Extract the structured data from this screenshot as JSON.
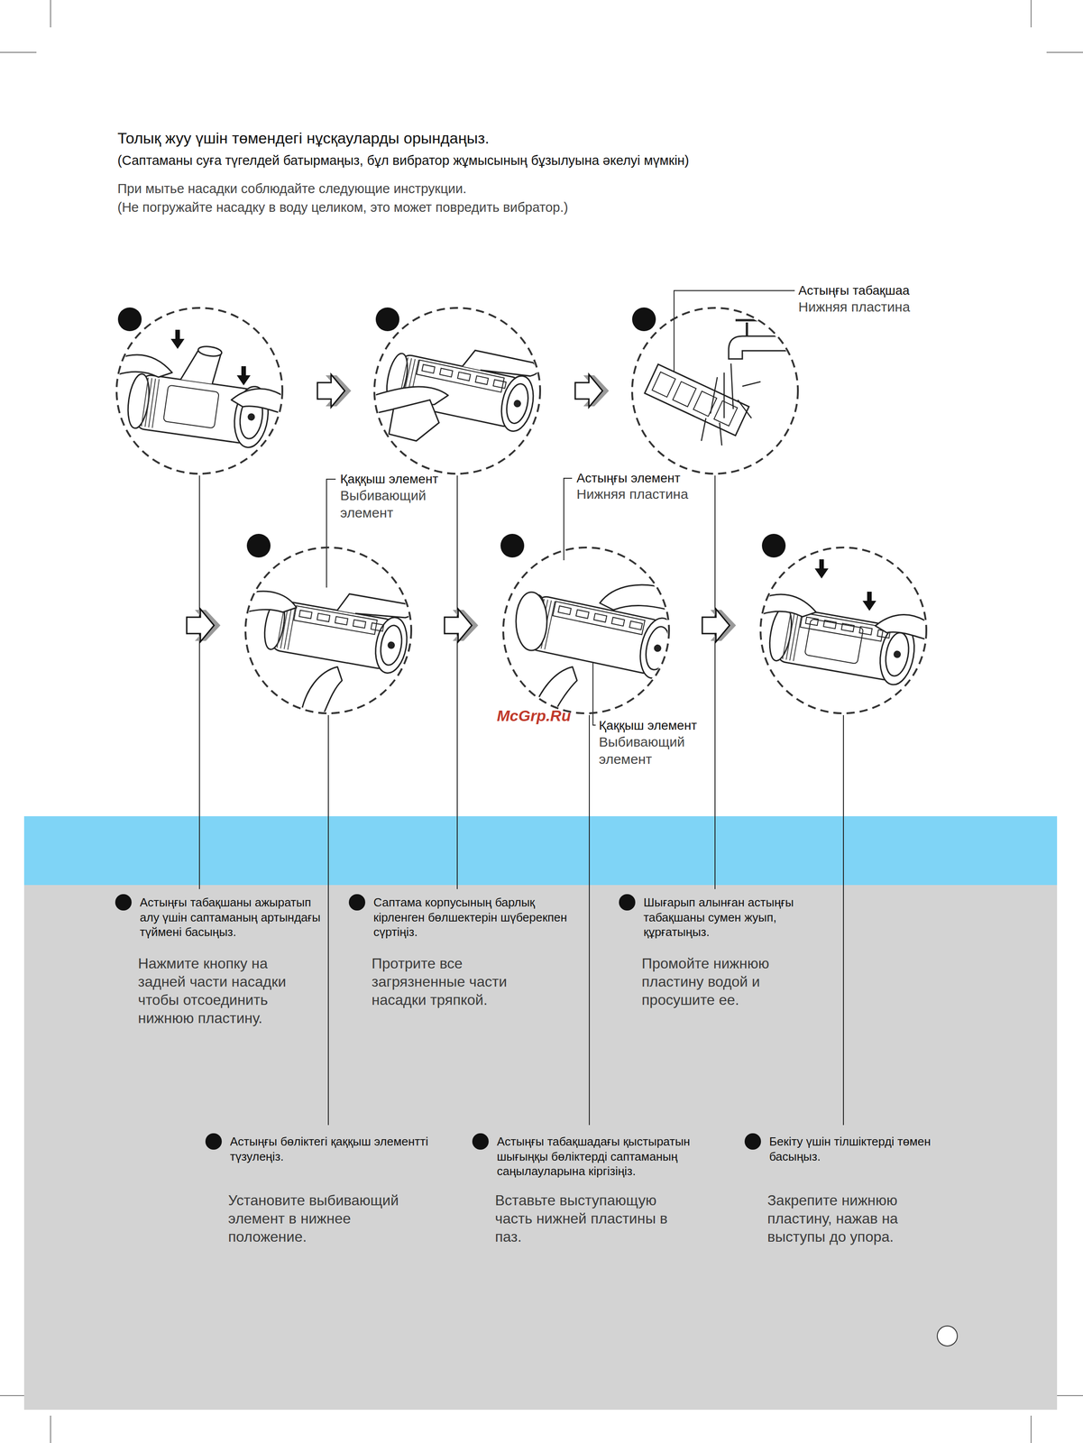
{
  "diagram": {
    "title": "Толық жуу үшін төмендегі нұсқауларды орындаңыз.",
    "nodes": [
      {
        "text": [
          "Астыңғы табақшаны ажыратып алу үшін саптаманың артындағы түймені басыңыз.",
          "Нажмите кнопку на задней части насадки чтобы отсоединить нижнюю пластину.",
          "Саптама корпусының барлық кірленген бөлшектерін шүберекпен сүртіңіз.",
          "Протрите все загрязненные части насадки тряпкой.",
          "Шығарып алынған астыңғы табақшаны сумен жуып, құрғатыңыз.",
          "Промойте нижнюю пластину водой и просушите ее.",
          "Астыңғы бөліктегі қаққыш элементті түзулеңіз.",
          "Установите выбивающий элемент в нижнее положение.",
          "Астыңғы табақшадағы қыстыратын шығыңқы бөліктерді саптаманың саңылауларына кіргізіңіз.",
          "Вставьте выступающую часть нижней пластины в паз.",
          "Бекіту үшін тілшіктерді төмен басыңыз.",
          "Закрепите нижнюю пластину, нажав на выступы до упора."
        ]
      }
    ],
    "labels": [
      "(Саптаманы суға түгелдей батырмаңыз, бұл вибратор жұмысының бұзылуына әкелуі мүмкін)",
      "При мытье насадки соблюдайте следующие инструкции.",
      "(Не погружайте насадку в воду целиком, это может повредить вибратор.)",
      "Астыңғы табақшаа",
      "Нижняя пластина",
      "Қаққыш элемент",
      "Выбивающий элемент",
      "Астыңғы элемент",
      "Нижняя пластина",
      "McGrp.Ru",
      "Қаққыш элемент",
      "Выбивающий элемент"
    ]
  }
}
